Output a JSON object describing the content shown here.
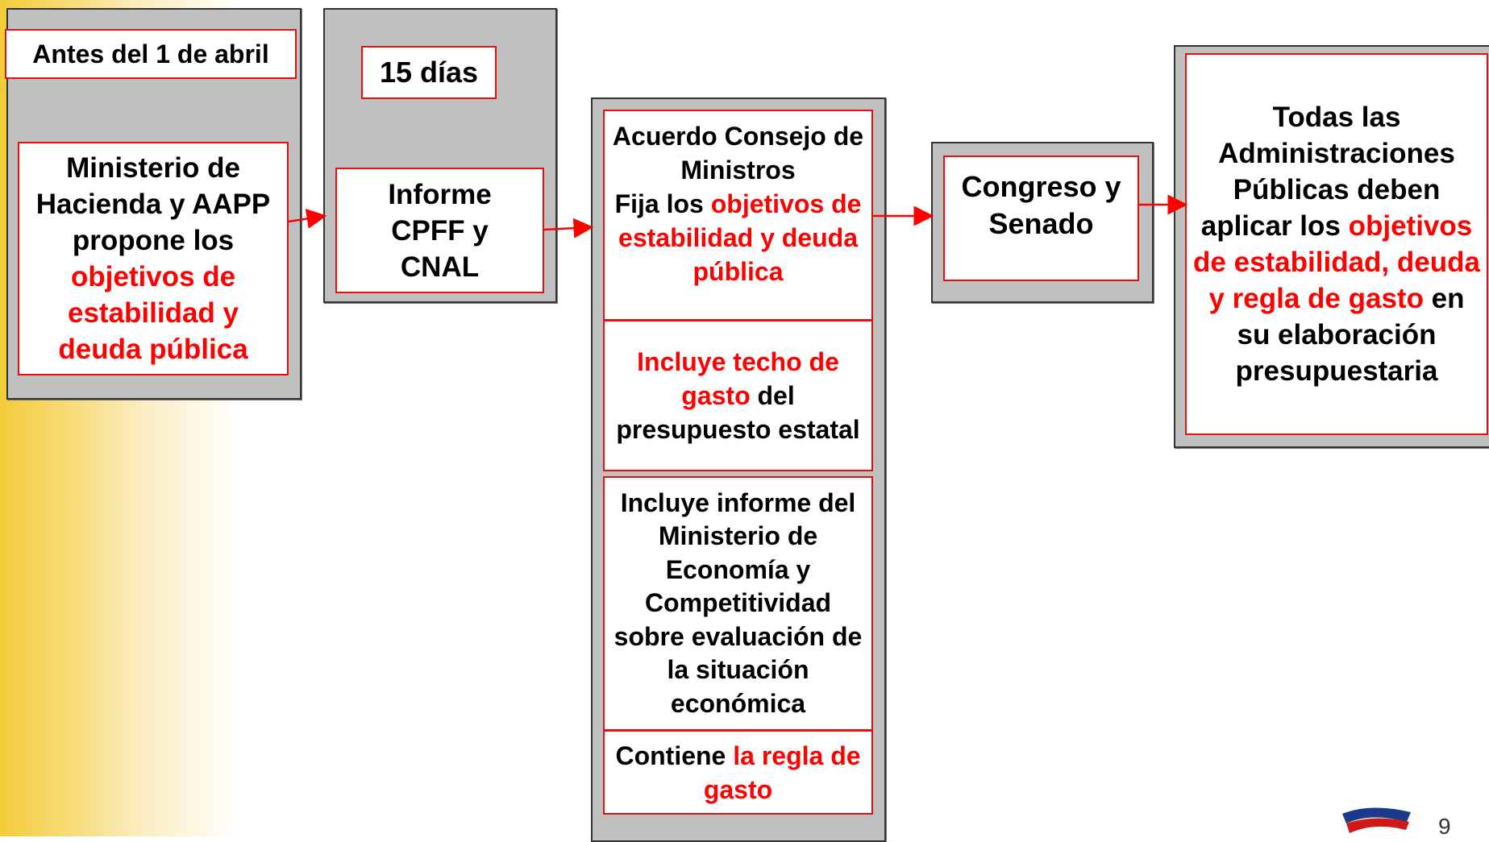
{
  "step1": {
    "date": "Antes del 1 de abril",
    "text_a": "Ministerio de Hacienda y AAPP propone los ",
    "text_red": "objetivos de estabilidad y deuda pública"
  },
  "step2": {
    "period": "15 días",
    "text": "Informe CPFF y CNAL"
  },
  "step3": {
    "box1_a": "Acuerdo Consejo de Ministros",
    "box1_b": "Fija los ",
    "box1_red": "objetivos de estabilidad y deuda pública",
    "box2_red": "Incluye techo de gasto",
    "box2_b": " del presupuesto estatal",
    "box3": "Incluye informe del Ministerio de Economía y Competitividad sobre evaluación de la situación económica",
    "box4_a": "Contiene ",
    "box4_red": "la regla de gasto"
  },
  "step4": {
    "text": "Congreso y Senado"
  },
  "step5": {
    "text_a": "Todas las Administraciones Públicas deben aplicar los ",
    "text_red": "objetivos de estabilidad, deuda y regla de gasto",
    "text_b": "  en su elaboración presupuestaria"
  },
  "footer": {
    "page_number": "9"
  },
  "colors": {
    "accent_red": "#ff0000",
    "panel_gray": "#c0c0c0",
    "sidebar_yellow": "#f4cc3a"
  }
}
